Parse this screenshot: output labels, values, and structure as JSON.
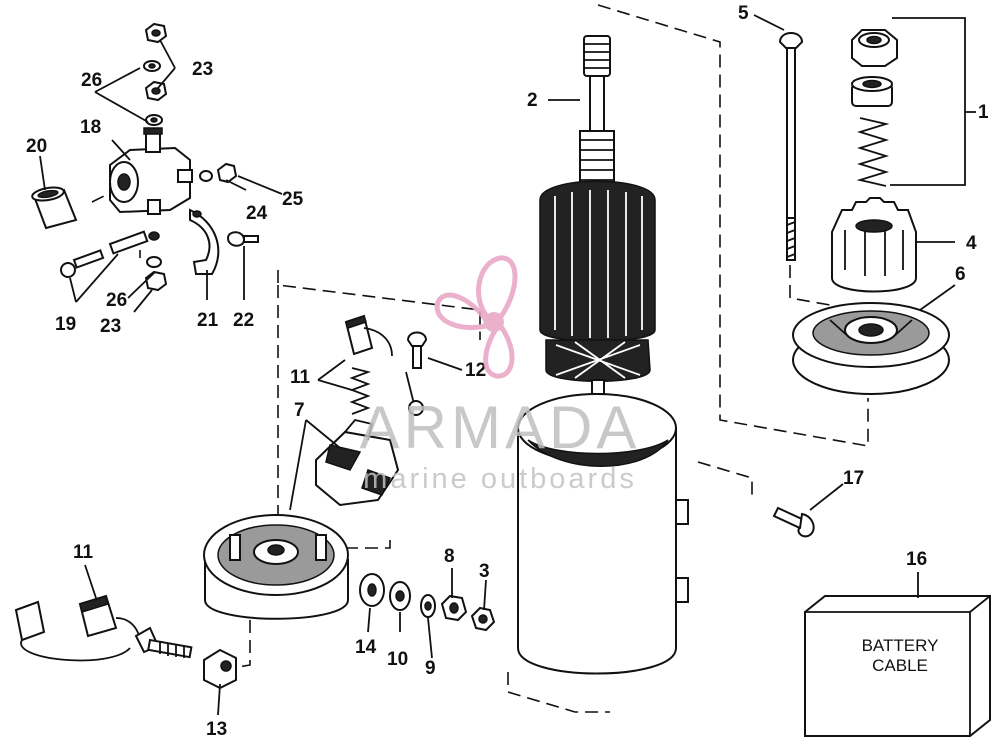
{
  "diagram": {
    "callouts": {
      "c1": "1",
      "c2": "2",
      "c3": "3",
      "c4": "4",
      "c5": "5",
      "c6": "6",
      "c7": "7",
      "c8": "8",
      "c9": "9",
      "c10": "10",
      "c11a": "11",
      "c11b": "11",
      "c12": "12",
      "c13": "13",
      "c14": "14",
      "c16": "16",
      "c17": "17",
      "c18": "18",
      "c19": "19",
      "c20": "20",
      "c21": "21",
      "c22": "22",
      "c23a": "23",
      "c23b": "23",
      "c24": "24",
      "c25": "25",
      "c26a": "26",
      "c26b": "26"
    },
    "battery_box": {
      "line1": "BATTERY",
      "line2": "CABLE"
    }
  },
  "watermark": {
    "title": "ARMADA",
    "subtitle": "marine outboards",
    "logo_color": "#e7a3c4"
  }
}
